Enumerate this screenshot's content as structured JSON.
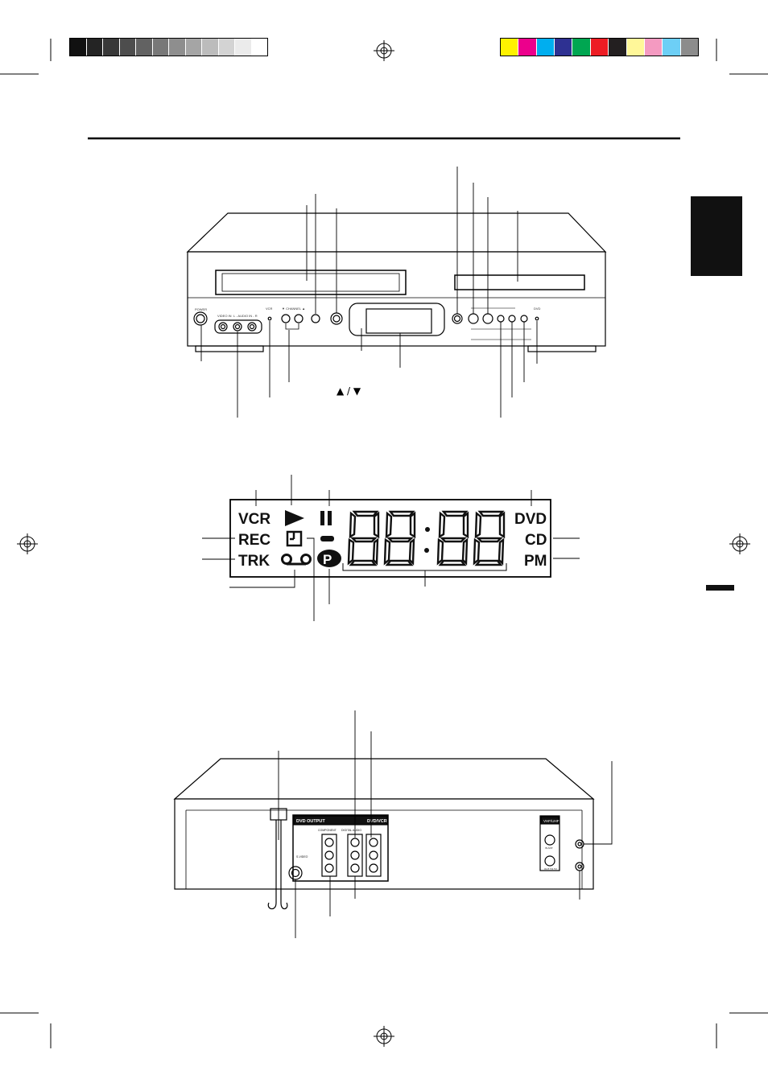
{
  "registration": {
    "grayscale_swatches": [
      "#111111",
      "#242424",
      "#383838",
      "#4d4d4d",
      "#626262",
      "#787878",
      "#8e8e8e",
      "#a5a5a5",
      "#bcbcbc",
      "#d3d3d3",
      "#ebebeb",
      "#ffffff"
    ],
    "color_swatches": [
      "#fff200",
      "#ec008c",
      "#00aeef",
      "#2e3192",
      "#00a651",
      "#ed1c24",
      "#231f20",
      "#fff799",
      "#f49ac1",
      "#6dcff6",
      "#8c8c8c"
    ]
  },
  "front_panel": {
    "power_label": "POWER",
    "video_in_label": "VIDEO IN",
    "audio_in_label": "L - AUDIO IN - R",
    "vcr_indicator_label": "VCR",
    "channel_label": "▼ CHANNEL ▲",
    "dvd_indicator_label": "DVD",
    "channel_arrows": "▲ / ▼"
  },
  "lcd": {
    "vcr": "VCR",
    "rec": "REC",
    "trk": "TRK",
    "dvd": "DVD",
    "cd": "CD",
    "pm": "PM",
    "p": "P"
  },
  "rear_panel": {
    "dvd_output": "DVD OUTPUT",
    "dvd_vcr": "DVD/VCR",
    "component": "COMPONENT",
    "digital_audio": "DIGITAL AUDIO",
    "svideo": "S-VIDEO",
    "vhf_uhf": "VHF/UHF",
    "ant_in": "IN ANT.",
    "ant_out": "OUT TO TV"
  }
}
